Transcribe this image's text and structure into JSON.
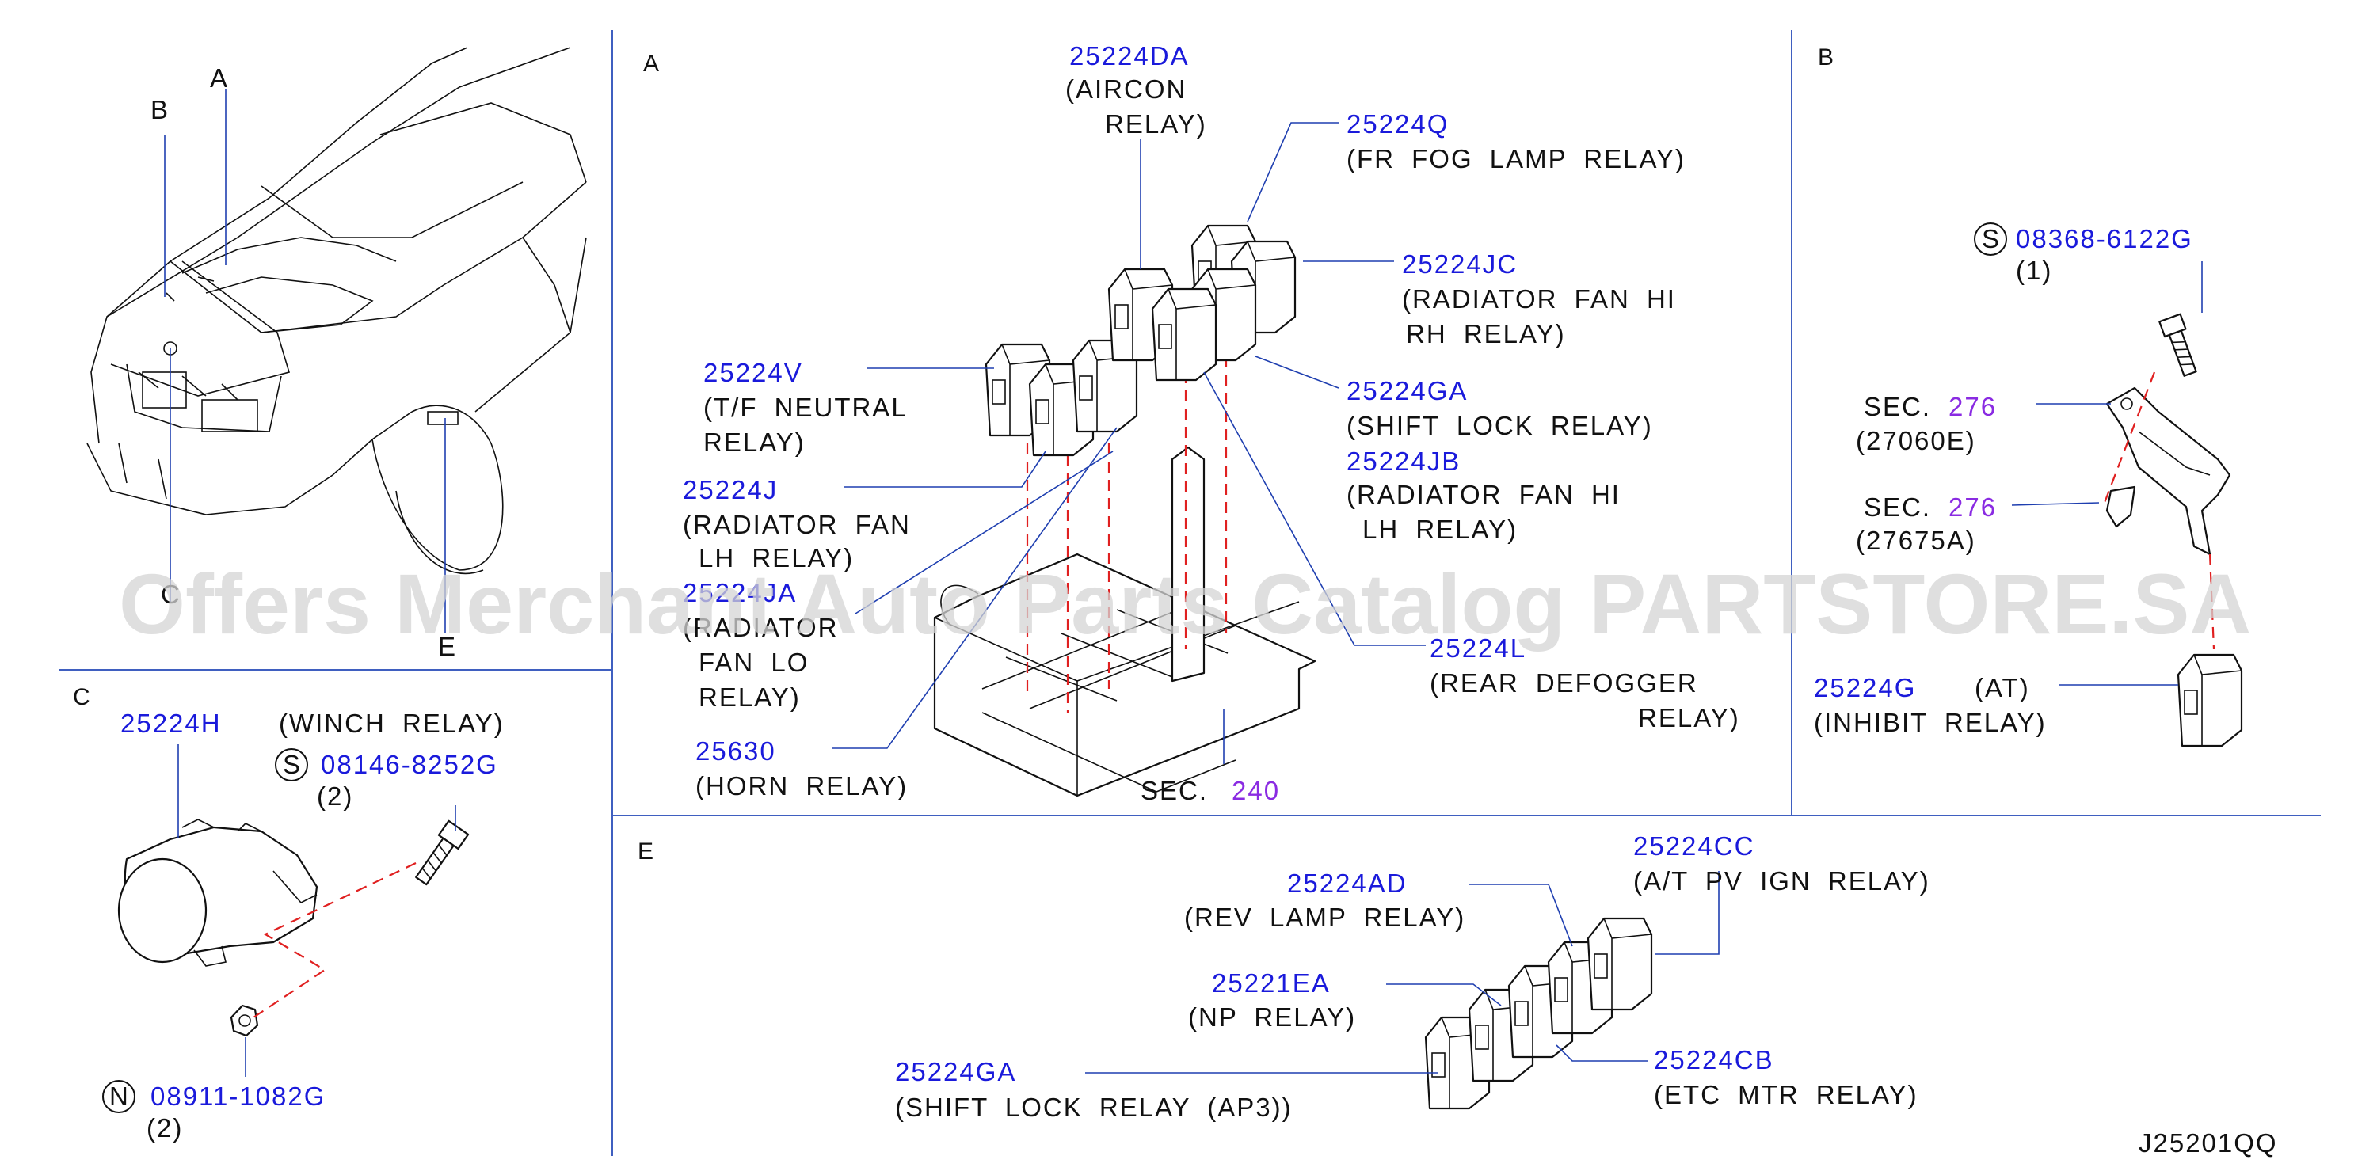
{
  "sections": {
    "A": "A",
    "B": "B",
    "C": "C",
    "E": "E"
  },
  "car_callouts": {
    "A": "A",
    "B": "B",
    "C": "C",
    "E": "E"
  },
  "section_a": {
    "aircon": {
      "pn": "25224DA",
      "l1": "(AIRCON",
      "l2": "RELAY)"
    },
    "fr_fog": {
      "pn": "25224Q",
      "l1": "(FR  FOG  LAMP  RELAY)"
    },
    "rad_fan_hi_rh": {
      "pn": "25224JC",
      "l1": "(RADIATOR  FAN  HI",
      "l2": "RH  RELAY)"
    },
    "shift_lock": {
      "pn": "25224GA",
      "l1": "(SHIFT  LOCK  RELAY)"
    },
    "rad_fan_hi_lh": {
      "pn": "25224JB",
      "l1": "(RADIATOR  FAN  HI",
      "l2": "LH  RELAY)"
    },
    "tf_neutral": {
      "pn": "25224V",
      "l1": "(T/F  NEUTRAL",
      "l2": "RELAY)"
    },
    "rad_fan_lh": {
      "pn": "25224J",
      "l1": "(RADIATOR  FAN",
      "l2": "LH  RELAY)"
    },
    "rad_fan_lo": {
      "pn": "25224JA",
      "l1": "(RADIATOR",
      "l2": "FAN  LO",
      "l3": "RELAY)"
    },
    "rear_defogger": {
      "pn": "25224L",
      "l1": "(REAR  DEFOGGER",
      "l2": "RELAY)"
    },
    "horn": {
      "pn": "25630",
      "l1": "(HORN  RELAY)"
    },
    "sec_prefix": "SEC.",
    "sec_num": "240"
  },
  "section_b": {
    "bolt": {
      "symbol": "S",
      "pn": "08368-6122G",
      "qty": "(1)"
    },
    "bracket": {
      "prefix": "SEC.",
      "num": "276",
      "code": "(27060E)"
    },
    "clip": {
      "prefix": "SEC.",
      "num": "276",
      "code": "(27675A)"
    },
    "inhibit": {
      "pn": "25224G",
      "at": "(AT)",
      "l1": "(INHIBIT  RELAY)"
    }
  },
  "section_c": {
    "winch": {
      "pn": "25224H",
      "l1": "(WINCH  RELAY)"
    },
    "bolt": {
      "symbol": "S",
      "pn": "08146-8252G",
      "qty": "(2)"
    },
    "nut": {
      "symbol": "N",
      "pn": "08911-1082G",
      "qty": "(2)"
    }
  },
  "section_e": {
    "atpv": {
      "pn": "25224CC",
      "l1": "(A/T  PV  IGN  RELAY)"
    },
    "rev_lamp": {
      "pn": "25224AD",
      "l1": "(REV  LAMP  RELAY)"
    },
    "np": {
      "pn": "25221EA",
      "l1": "(NP  RELAY)"
    },
    "etc_mtr": {
      "pn": "25224CB",
      "l1": "(ETC  MTR  RELAY)"
    },
    "shift_lock_ap3": {
      "pn": "25224GA",
      "l1": "(SHIFT  LOCK  RELAY  (AP3))"
    }
  },
  "diagram_code": "J25201QQ",
  "watermark": "Offers Merchant Auto Parts Catalog PARTSTORE.SA",
  "colors": {
    "part_number": "#1a1adb",
    "section_ref": "#8a2be2",
    "frame": "#3f5fc0",
    "dashed": "#e02020"
  }
}
